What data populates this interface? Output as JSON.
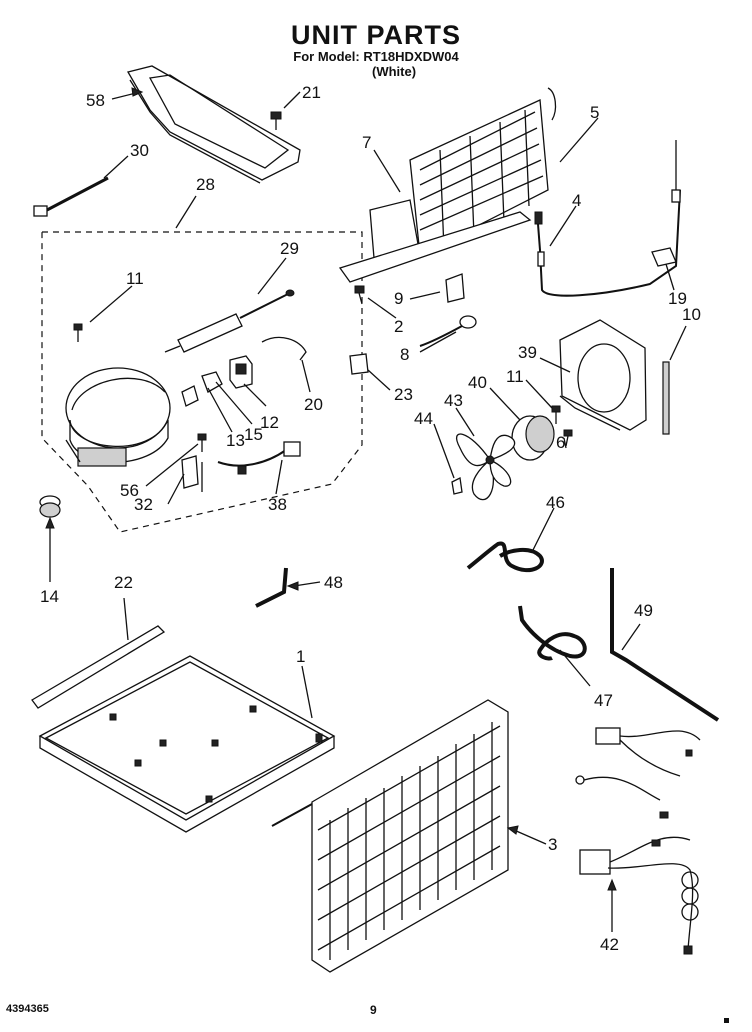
{
  "header": {
    "title": "UNIT PARTS",
    "subtitle": "For Model: RT18HDXDW04",
    "variant": "(White)"
  },
  "footer": {
    "doc_number": "4394365",
    "page_number": "9"
  },
  "callouts": {
    "c58": "58",
    "c21": "21",
    "c30": "30",
    "c28": "28",
    "c11a": "11",
    "c29": "29",
    "c7": "7",
    "c5": "5",
    "c4": "4",
    "c9": "9",
    "c2": "2",
    "c19": "19",
    "c10": "10",
    "c8": "8",
    "c39": "39",
    "c23": "23",
    "c40": "40",
    "c11b": "11",
    "c43": "43",
    "c44": "44",
    "c6": "6",
    "c20": "20",
    "c12": "12",
    "c13": "13",
    "c15": "15",
    "c56": "56",
    "c32": "32",
    "c38": "38",
    "c14": "14",
    "c46": "46",
    "c22": "22",
    "c48": "48",
    "c1": "1",
    "c49": "49",
    "c47": "47",
    "c3": "3",
    "c42": "42"
  }
}
